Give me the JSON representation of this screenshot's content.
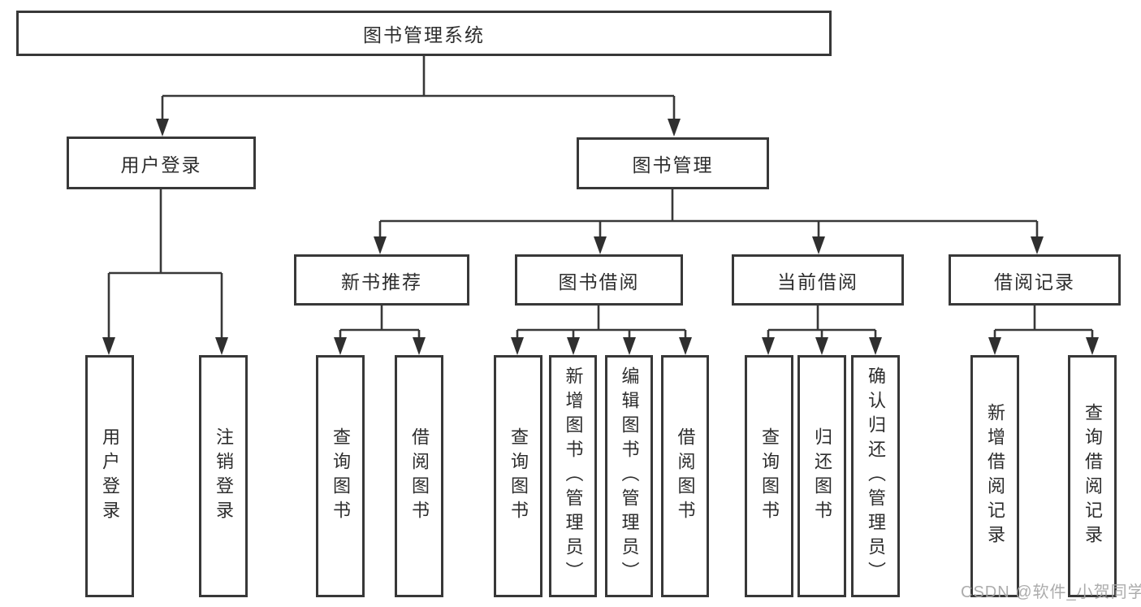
{
  "tree": {
    "label": "图书管理系统",
    "children": [
      {
        "label": "用户登录",
        "children": [
          {
            "label": "用户登录"
          },
          {
            "label": "注销登录"
          }
        ]
      },
      {
        "label": "图书管理",
        "children": [
          {
            "label": "新书推荐",
            "children": [
              {
                "label": "查询图书"
              },
              {
                "label": "借阅图书"
              }
            ]
          },
          {
            "label": "图书借阅",
            "children": [
              {
                "label": "查询图书"
              },
              {
                "label": "新增图书（管理员）"
              },
              {
                "label": "编辑图书（管理员）"
              },
              {
                "label": "借阅图书"
              }
            ]
          },
          {
            "label": "当前借阅",
            "children": [
              {
                "label": "查询图书"
              },
              {
                "label": "归还图书"
              },
              {
                "label": "确认归还（管理员）"
              }
            ]
          },
          {
            "label": "借阅记录",
            "children": [
              {
                "label": "新增借阅记录"
              },
              {
                "label": "查询借阅记录"
              }
            ]
          }
        ]
      }
    ]
  },
  "watermark": "CSDN @软件_小贺同学",
  "colors": {
    "line": "#383838",
    "text": "#2d2d2d",
    "box_background": "#ffffff",
    "watermark": "#a5a5a5"
  }
}
